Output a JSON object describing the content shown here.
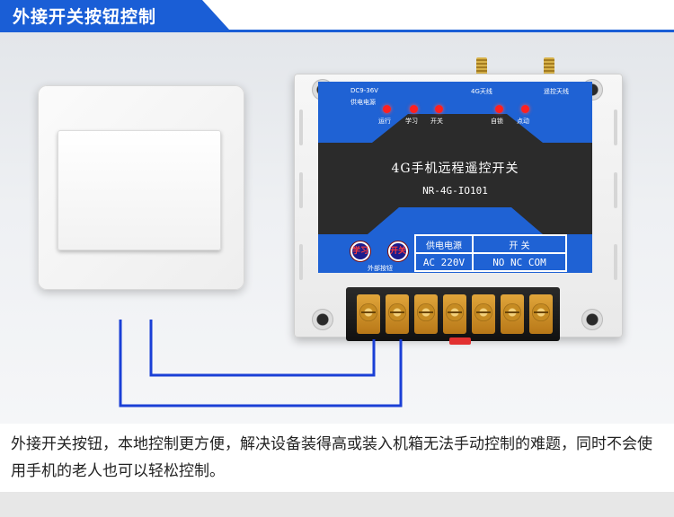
{
  "header": {
    "title": "外接开关按钮控制",
    "accent_color": "#1a5ed6"
  },
  "device": {
    "voltage_range": "DC9-36V",
    "power_label": "供电电源",
    "antenna_4g_label": "4G天线",
    "antenna_remote_label": "遥控天线",
    "leds": [
      {
        "label": "运行",
        "icon": "red-led-icon"
      },
      {
        "label": "学习",
        "icon": "red-led-icon"
      },
      {
        "label": "开关",
        "icon": "red-led-icon"
      },
      {
        "label": "自锁",
        "icon": "red-led-icon"
      },
      {
        "label": "点动",
        "icon": "red-led-icon"
      }
    ],
    "title": "4G手机远程遥控开关",
    "model": "NR-4G-IO101",
    "buttons": {
      "learn_label": "学习",
      "switch_label": "开关",
      "external_label": "外部按钮"
    },
    "table": {
      "power_header": "供电电源",
      "switch_header": "开  关",
      "power_value": "AC 220V",
      "switch_value": "NO  NC  COM"
    },
    "panel_color": "#1f62d4",
    "panel_dark_color": "#2b2b2b"
  },
  "wire_color": "#1a3fd6",
  "caption": "外接开关按钮，本地控制更方便，解决设备装得高或装入机箱无法手动控制的难题，同时不会使用手机的老人也可以轻松控制。"
}
